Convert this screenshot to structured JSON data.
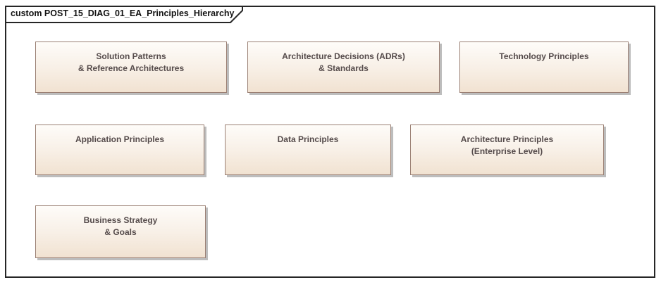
{
  "frame": {
    "label": "custom POST_15_DIAG_01_EA_Principles_Hierarchy",
    "diagram_type_keyword": "custom",
    "diagram_name": "POST_15_DIAG_01_EA_Principles_Hierarchy"
  },
  "colors": {
    "frame_border": "#262626",
    "node_border": "#9b8074",
    "node_fill_top": "#fefcf9",
    "node_fill_bottom": "#f1e2d1",
    "node_text": "#554b4b",
    "shadow": "#bdbdbd"
  },
  "nodes": [
    {
      "label": "Solution Patterns\n& Reference Architectures"
    },
    {
      "label": "Architecture Decisions (ADRs)\n& Standards"
    },
    {
      "label": "Technology Principles"
    },
    {
      "label": "Application Principles"
    },
    {
      "label": "Data Principles"
    },
    {
      "label": "Architecture Principles\n(Enterprise Level)"
    },
    {
      "label": "Business Strategy\n& Goals"
    }
  ]
}
